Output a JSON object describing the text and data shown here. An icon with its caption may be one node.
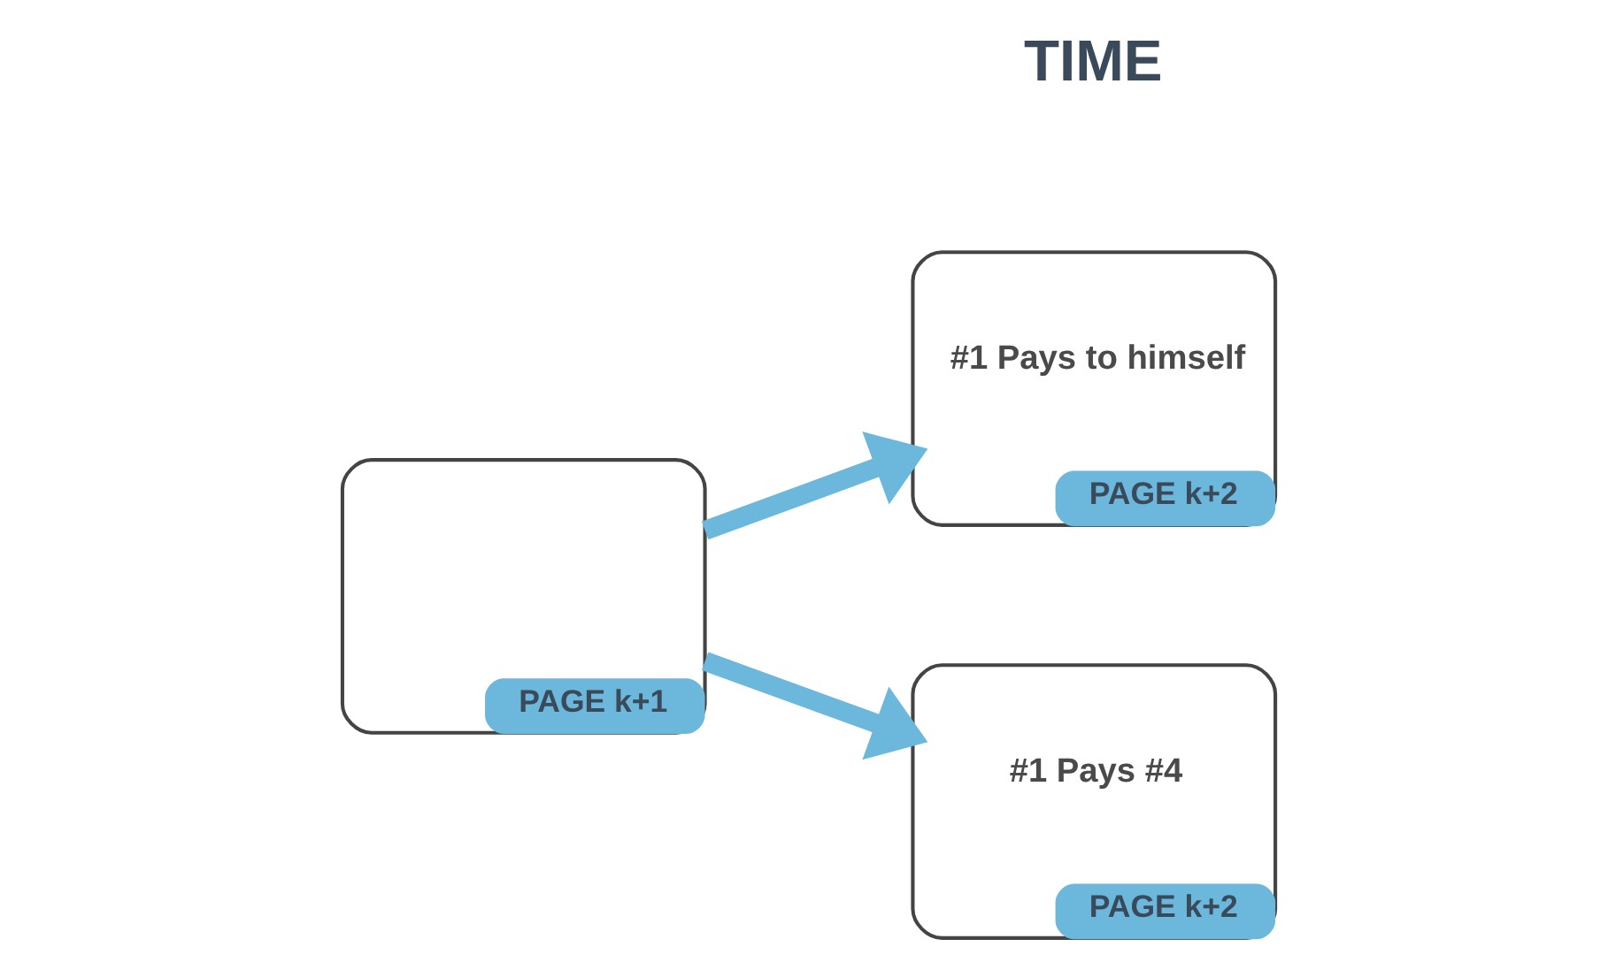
{
  "diagram": {
    "nodes": [
      {
        "text": [
          "PAGE k+1"
        ]
      },
      {
        "text": [
          "#1 Pays to himself",
          "PAGE k+2"
        ]
      },
      {
        "text": [
          "#1 Pays #4",
          "PAGE k+2"
        ]
      }
    ],
    "edges": [
      {
        "from": 0,
        "to": 1,
        "arrow": "to",
        "color": "#6bb8dc"
      },
      {
        "from": 0,
        "to": 2,
        "arrow": "to",
        "color": "#6bb8dc"
      }
    ],
    "labels": [
      "TIME"
    ]
  }
}
